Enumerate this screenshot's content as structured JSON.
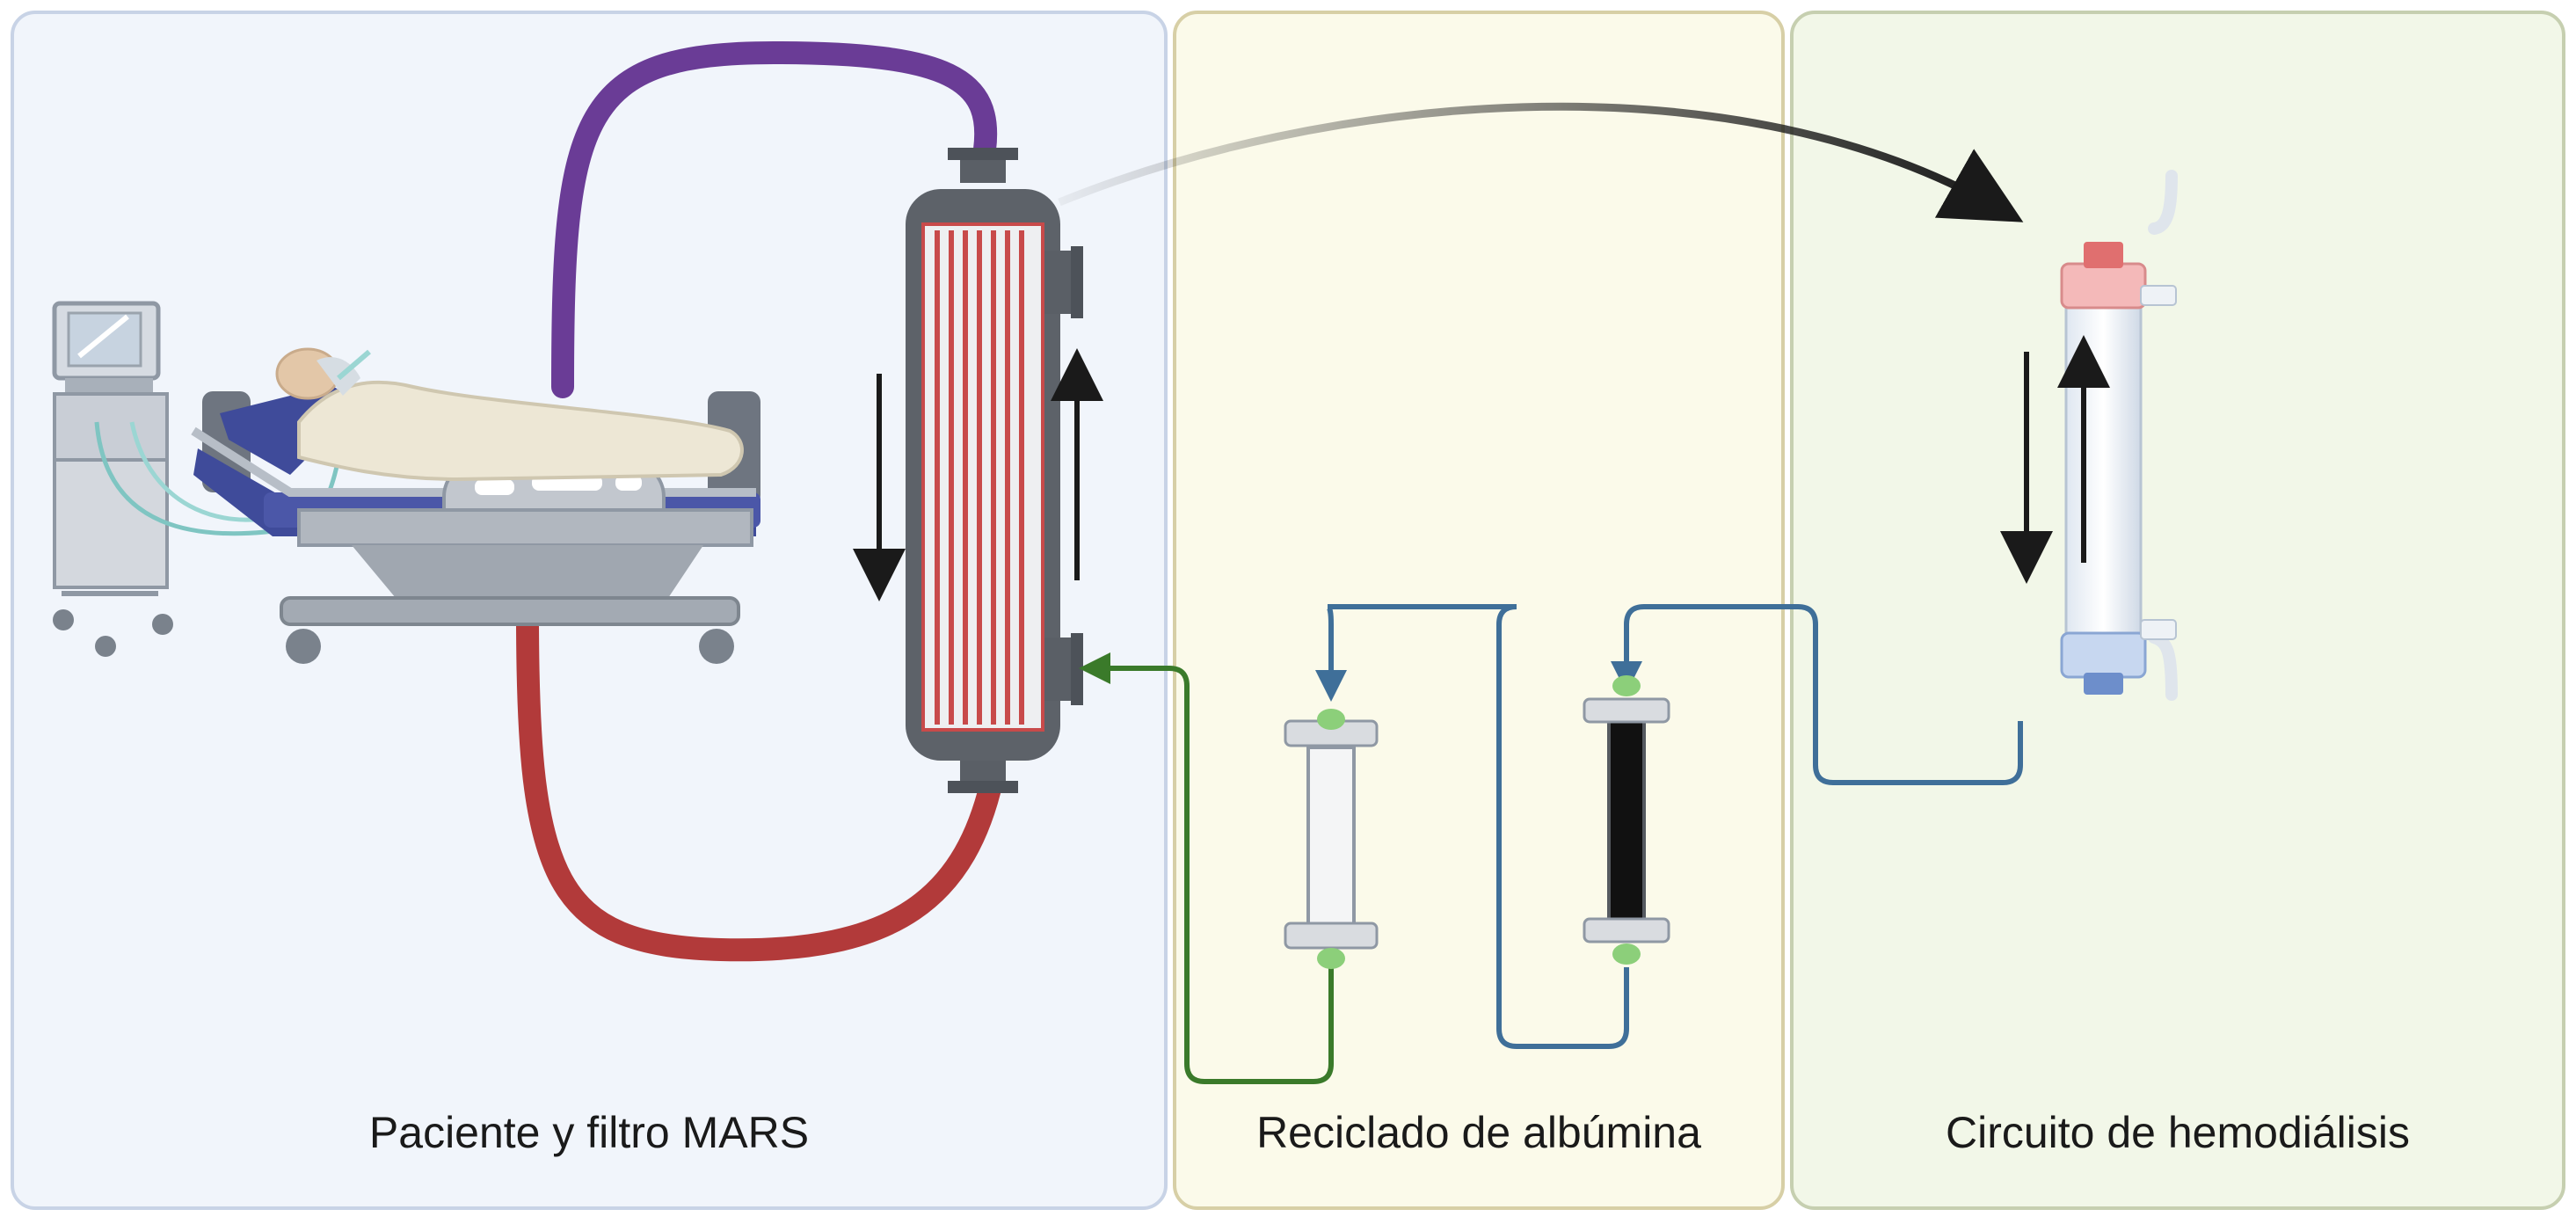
{
  "panels": [
    {
      "label": "Paciente y filtro MARS",
      "fill": "#f1f5fb",
      "stroke": "#c8d3e6"
    },
    {
      "label": "Reciclado de albúmina",
      "fill": "#fbfaea",
      "stroke": "#d7cfa6"
    },
    {
      "label": "Circuito de hemodiálisis",
      "fill": "#f2f7e8",
      "stroke": "#c6cfb0"
    }
  ],
  "colors": {
    "blood_out": "#6a3c96",
    "blood_in": "#b23a3a",
    "albumin_return": "#3a7a2a",
    "albumin_circuit": "#3f6f99",
    "arrow": "#1a1a1a"
  }
}
